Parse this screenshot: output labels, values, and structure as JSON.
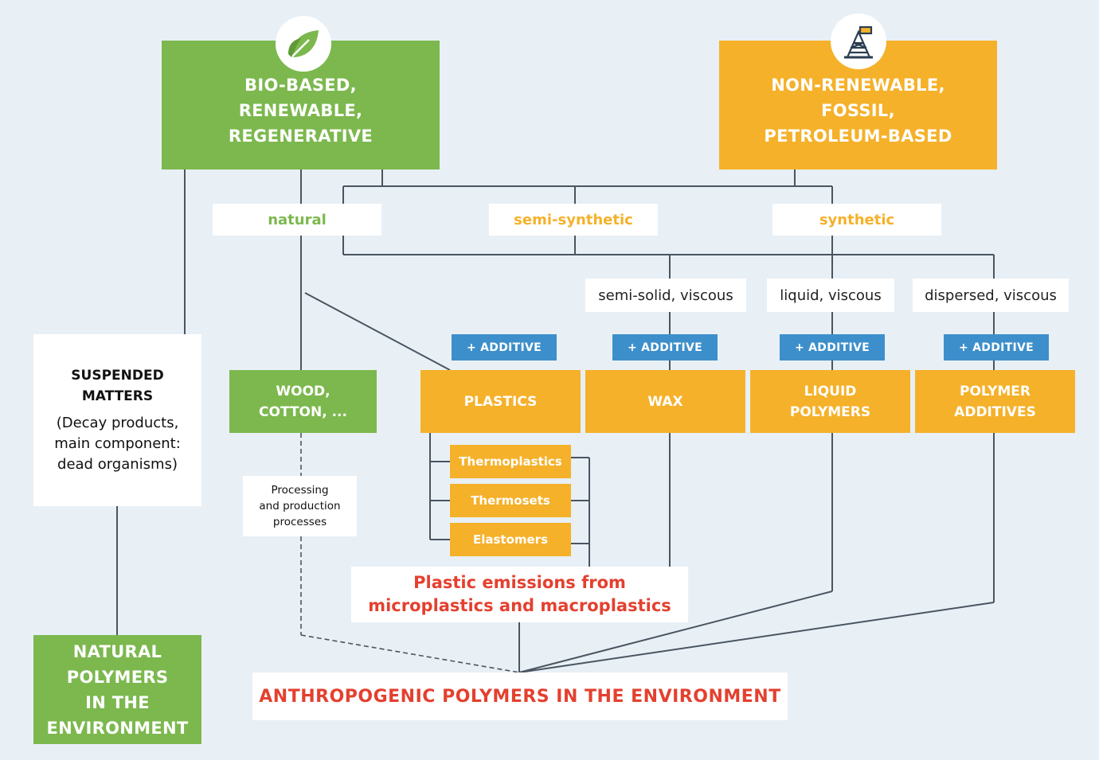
{
  "sources": {
    "bio": {
      "lines": [
        "BIO-BASED,",
        "RENEWABLE,",
        "REGENERATIVE"
      ],
      "icon": "leaf-icon"
    },
    "fossil": {
      "lines": [
        "NON-RENEWABLE,",
        "FOSSIL,",
        "PETROLEUM-BASED"
      ],
      "icon": "oil-derrick-icon"
    }
  },
  "kinds": {
    "natural": "natural",
    "semi_synthetic": "semi-synthetic",
    "synthetic": "synthetic"
  },
  "states": {
    "semi_solid": "semi-solid, viscous",
    "liquid": "liquid, viscous",
    "dispersed": "dispersed, viscous"
  },
  "additive_label": "+ ADDITIVE",
  "products": {
    "plastics": [
      "PLASTICS"
    ],
    "wax": [
      "WAX"
    ],
    "liquid_polymers": [
      "LIQUID",
      "POLYMERS"
    ],
    "polymer_additives": [
      "POLYMER",
      "ADDITIVES"
    ],
    "wood": [
      "WOOD,",
      "COTTON, ..."
    ]
  },
  "plastic_types": [
    "Thermoplastics",
    "Thermosets",
    "Elastomers"
  ],
  "suspended": {
    "title": [
      "SUSPENDED",
      "MATTERS"
    ],
    "desc": [
      "(Decay products,",
      "main component:",
      "dead organisms)"
    ]
  },
  "processing": [
    "Processing",
    "and production",
    "processes"
  ],
  "emissions": [
    "Plastic emissions from",
    "microplastics and macroplastics"
  ],
  "natural_polymers": [
    "NATURAL",
    "POLYMERS",
    "IN THE",
    "ENVIRONMENT"
  ],
  "anthropogenic": "ANTHROPOGENIC POLYMERS IN THE ENVIRONMENT",
  "colors": {
    "green": "#7cb84e",
    "orange": "#f5b12a",
    "blue": "#3d8fcb",
    "red": "#e4402f",
    "line": "#4a5560",
    "background": "#e8f0f6"
  }
}
